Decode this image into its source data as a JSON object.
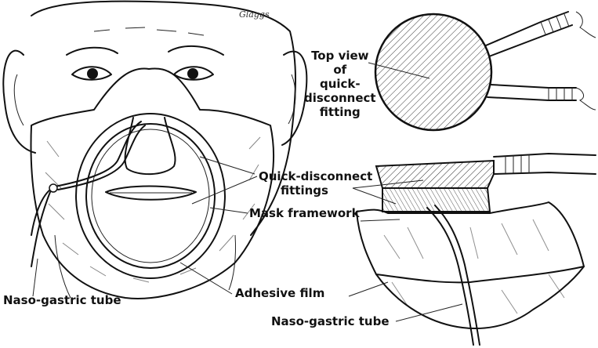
{
  "figure": {
    "signature": "Glaggs",
    "labels": {
      "top_view": [
        "Top view",
        "of",
        "quick-",
        "disconnect",
        "fitting"
      ],
      "quick_disconnect": [
        "Quick-disconnect",
        "fittings"
      ],
      "mask_framework": "Mask framework",
      "adhesive_film": "Adhesive film",
      "naso_gastric_left": "Naso-gastric tube",
      "naso_gastric_right": "Naso-gastric tube"
    }
  }
}
